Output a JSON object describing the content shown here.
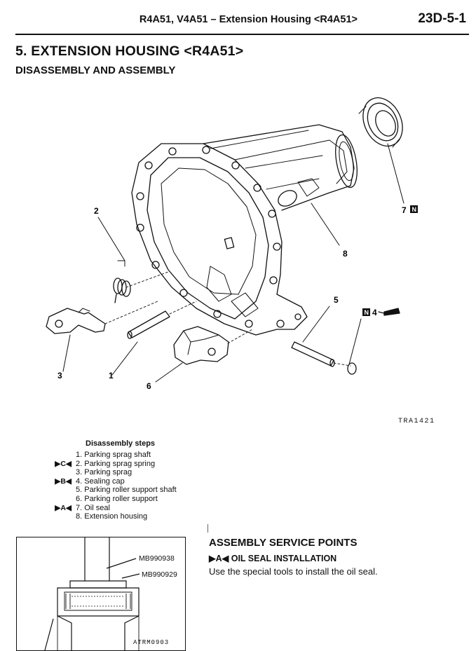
{
  "header": {
    "title": "R4A51, V4A51 – Extension Housing <R4A51>",
    "page_number": "23D-5-1"
  },
  "section": {
    "title": "5. EXTENSION HOUSING <R4A51>",
    "subtitle": "DISASSEMBLY AND ASSEMBLY"
  },
  "diagram": {
    "figure_code": "TRA1421",
    "callouts": {
      "c1": "1",
      "c2": "2",
      "c3": "3",
      "c4": "4",
      "c5": "5",
      "c6": "6",
      "c7": "7",
      "c8": "8",
      "new_part_symbol": "N"
    }
  },
  "disassembly": {
    "heading": "Disassembly steps",
    "steps": [
      {
        "mark": "",
        "text": "1. Parking sprag shaft"
      },
      {
        "mark": "▶C◀",
        "text": "2. Parking sprag spring"
      },
      {
        "mark": "",
        "text": "3. Parking sprag"
      },
      {
        "mark": "▶B◀",
        "text": "4. Sealing cap"
      },
      {
        "mark": "",
        "text": "5. Parking roller support shaft"
      },
      {
        "mark": "",
        "text": "6. Parking roller support"
      },
      {
        "mark": "▶A◀",
        "text": "7. Oil seal"
      },
      {
        "mark": "",
        "text": "8. Extension housing"
      }
    ]
  },
  "tool_figure": {
    "tool1": "MB990938",
    "tool2": "MB990929",
    "figure_code": "ATRM0903"
  },
  "assembly_service": {
    "heading": "ASSEMBLY SERVICE POINTS",
    "subheading": "▶A◀ OIL SEAL INSTALLATION",
    "text": "Use the special tools to install the oil seal."
  }
}
